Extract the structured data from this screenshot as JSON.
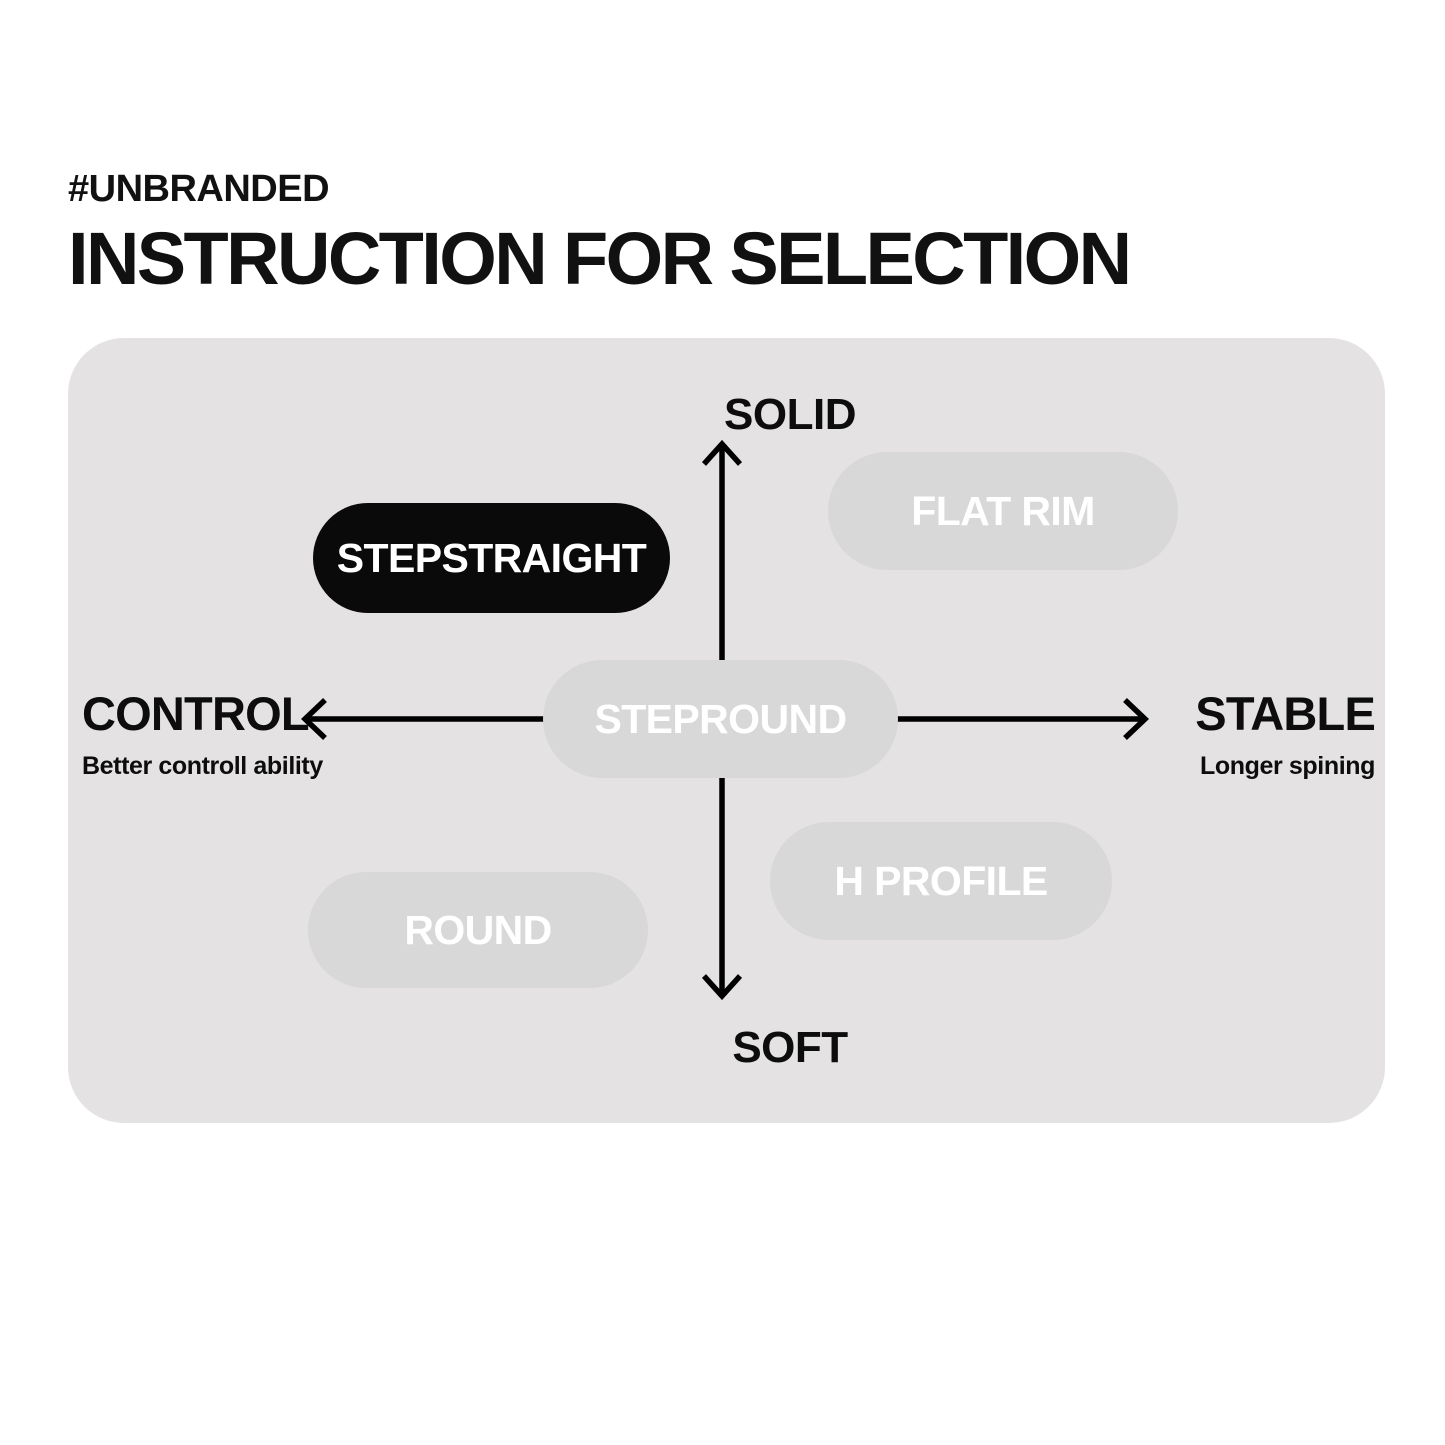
{
  "header": {
    "eyebrow": "#UNBRANDED",
    "title": "INSTRUCTION FOR SELECTION"
  },
  "colors": {
    "page_background": "#FFFFFF",
    "panel_background": "#E4E2E2",
    "pill_ghost_fill": "#D9D8D8",
    "pill_ghost_text": "#FFFFFF",
    "pill_selected_fill": "#0A0A0A",
    "pill_selected_text": "#FFFFFF",
    "axis_text": "#0D0D0D",
    "axis_line": "#000000"
  },
  "matrix": {
    "axes": {
      "top": {
        "label": "SOLID"
      },
      "bottom": {
        "label": "SOFT"
      },
      "left": {
        "label": "CONTROL",
        "sublabel": "Better controll ability",
        "arrow": "arrow-left"
      },
      "right": {
        "label": "STABLE",
        "sublabel": "Longer spining",
        "arrow": "arrow-right"
      }
    },
    "options": [
      {
        "id": "stepstraight",
        "label": "STEPSTRAIGHT",
        "state": "selected",
        "quadrant": "upper-left"
      },
      {
        "id": "flatrim",
        "label": "FLAT RIM",
        "state": "unselected",
        "quadrant": "upper-right"
      },
      {
        "id": "stepround",
        "label": "STEPROUND",
        "state": "unselected",
        "quadrant": "center"
      },
      {
        "id": "hprofile",
        "label": "H PROFILE",
        "state": "unselected",
        "quadrant": "lower-right"
      },
      {
        "id": "round",
        "label": "ROUND",
        "state": "unselected",
        "quadrant": "lower-left"
      }
    ]
  }
}
